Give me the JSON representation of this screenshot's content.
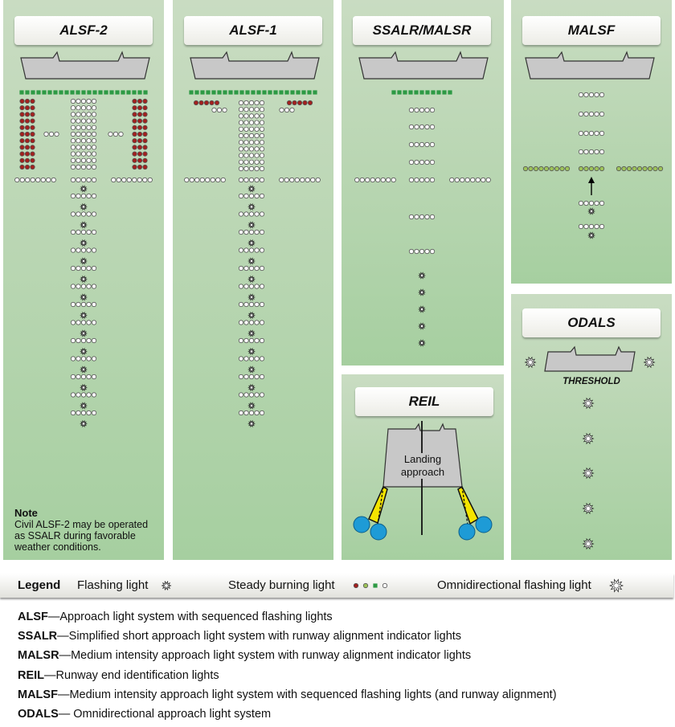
{
  "panels": {
    "alsf2": {
      "title": "ALSF-2"
    },
    "alsf1": {
      "title": "ALSF-1"
    },
    "ssalr": {
      "title": "SSALR/MALSR"
    },
    "malsf": {
      "title": "MALSF"
    },
    "reil": {
      "title": "REIL",
      "label_line1": "Landing",
      "label_line2": "approach"
    },
    "odals": {
      "title": "ODALS",
      "threshold": "THRESHOLD"
    }
  },
  "note": {
    "heading": "Note",
    "line1": "Civil ALSF-2 may be operated",
    "line2": "as SSALR during favorable",
    "line3": "weather conditions."
  },
  "legend": {
    "title": "Legend",
    "flashing": "Flashing light",
    "steady": "Steady burning light",
    "omni": "Omnidirectional flashing light"
  },
  "colors": {
    "panel_top": "#c9dcc2",
    "panel_bottom": "#a6cfa0",
    "threshold_green": "#2e9a45",
    "red_bar": "#a3201e",
    "light_green": "#9ec45a",
    "reil_blue": "#1e9bd6",
    "reil_yellow": "#f4e400"
  },
  "definitions": [
    {
      "term": "ALSF",
      "text": "—Approach light system with sequenced flashing lights"
    },
    {
      "term": "SSALR",
      "text": "—Simplified short approach light system with runway alignment indicator lights"
    },
    {
      "term": "MALSR",
      "text": "—Medium intensity approach light system with runway alignment indicator lights"
    },
    {
      "term": "REIL",
      "text": "—Runway end identification lights"
    },
    {
      "term": "MALSF",
      "text": "—Medium intensity approach light system with sequenced flashing lights (and runway alignment)"
    },
    {
      "term": "ODALS",
      "text": "— Omnidirectional approach light system"
    }
  ]
}
